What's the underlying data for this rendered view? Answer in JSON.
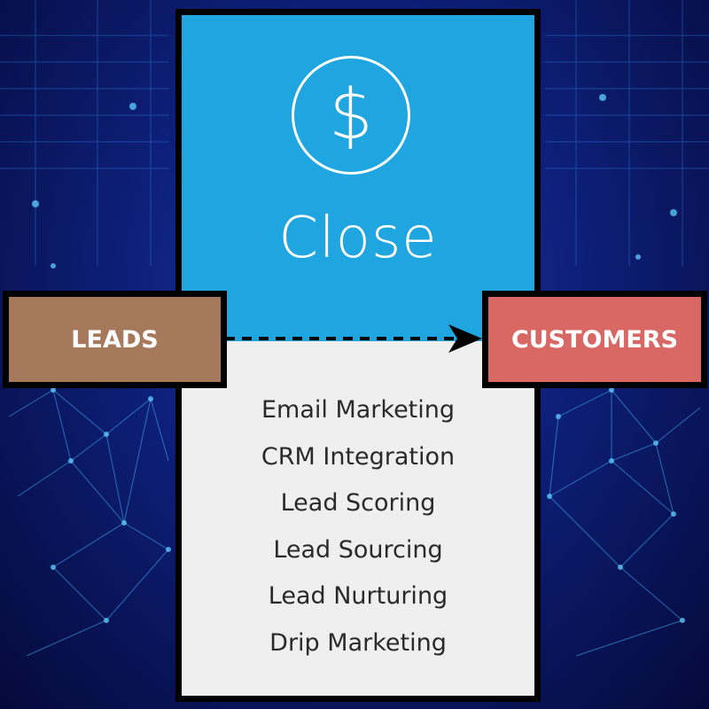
{
  "diagram": {
    "stage": {
      "title": "Close",
      "icon": "dollar-icon",
      "icon_glyph": "$",
      "color": "#1fa6e0",
      "activities": [
        "Email Marketing",
        "CRM Integration",
        "Lead Scoring",
        "Lead Sourcing",
        "Lead Nurturing",
        "Drip Marketing"
      ]
    },
    "input_node": {
      "label": "LEADS",
      "color": "#a7795c"
    },
    "output_node": {
      "label": "CUSTOMERS",
      "color": "#d96763"
    },
    "connector": {
      "style": "dashed",
      "direction": "left-to-right"
    }
  }
}
